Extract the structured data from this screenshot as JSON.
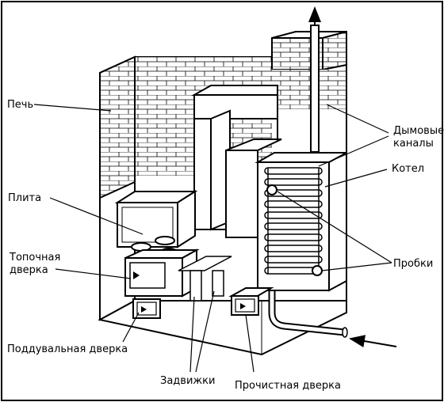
{
  "labels": {
    "pech": "Печь",
    "plita": "Плита",
    "topochnaya_line1": "Топочная",
    "topochnaya_line2": "дверка",
    "podduvalnaya": "Поддувальная дверка",
    "zadvizhki": "Задвижки",
    "prochistnaya": "Прочистная дверка",
    "dymovye_line1": "Дымовые",
    "dymovye_line2": "каналы",
    "kotel": "Котел",
    "probki": "Пробки"
  }
}
